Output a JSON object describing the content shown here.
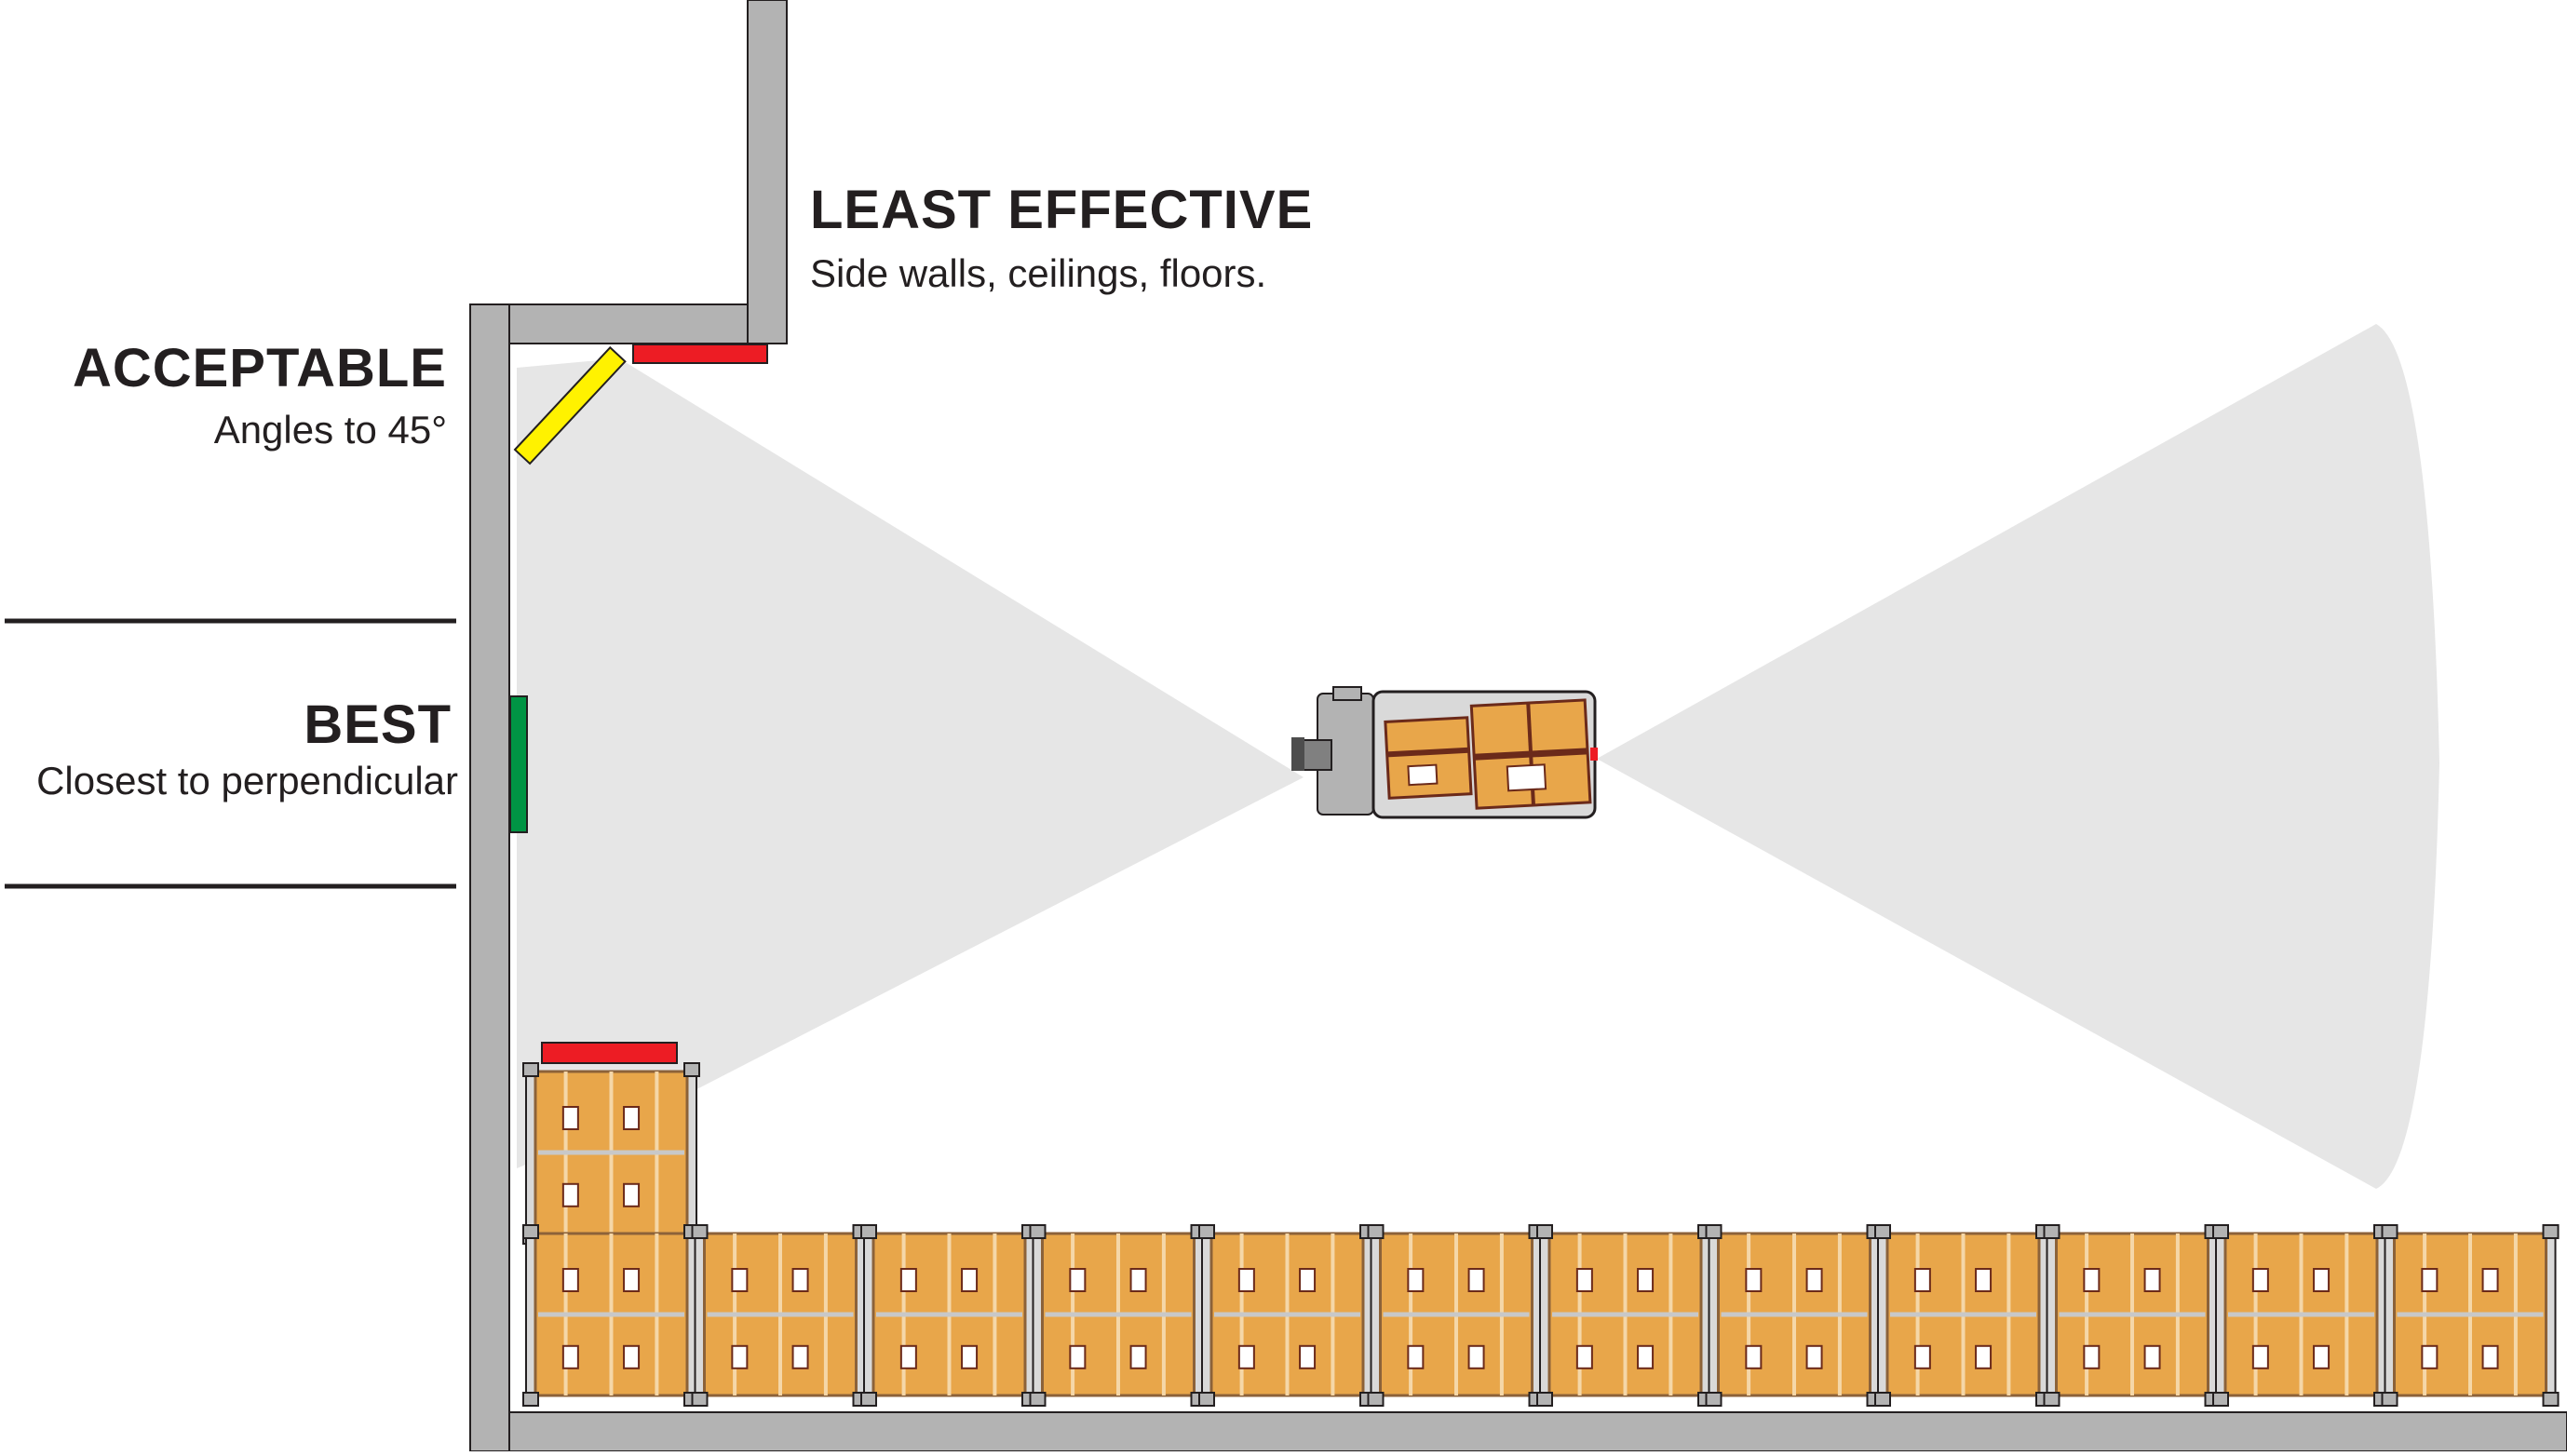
{
  "labels": {
    "least_effective": {
      "title": "LEAST EFFECTIVE",
      "desc": "Side walls, ceilings, floors."
    },
    "acceptable": {
      "title": "ACCEPTABLE",
      "desc": "Angles to 45°"
    },
    "best": {
      "title": "BEST",
      "desc": "Closest to perpendicular"
    }
  },
  "colors": {
    "wall": "#b3b3b3",
    "beam": "#e6e6e6",
    "least_effective": "#ed1c24",
    "acceptable": "#fff200",
    "best": "#009444",
    "box": "#e8a64a",
    "box_dark": "#6b2a1a"
  }
}
